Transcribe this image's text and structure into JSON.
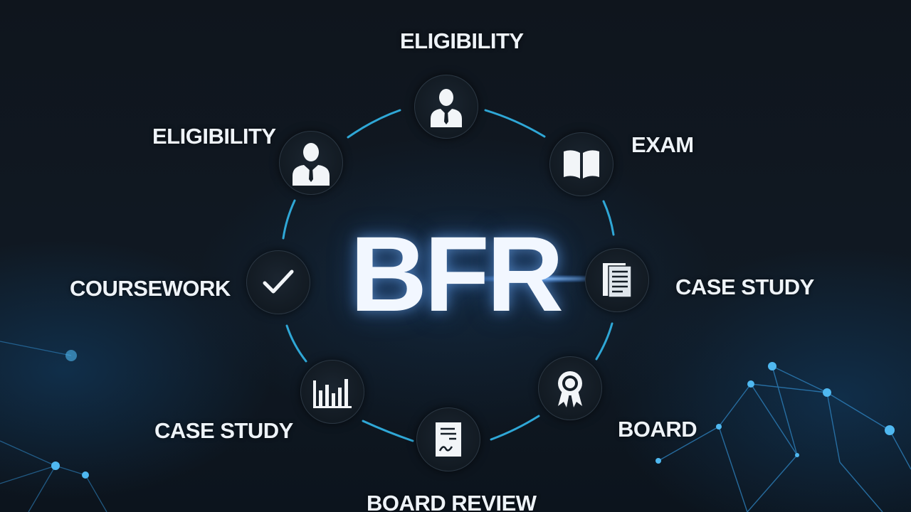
{
  "title": "BFR",
  "colors": {
    "background": "#0f151d",
    "ring": "#2fa7d6",
    "node_fill": "#151e27",
    "text": "#eef3f8",
    "glow": "#3a8cff"
  },
  "nodes": [
    {
      "label": "ELIGIBILITY",
      "icon": "person-icon"
    },
    {
      "label": "EXAM",
      "icon": "book-icon"
    },
    {
      "label": "CASE STUDY",
      "icon": "document-icon"
    },
    {
      "label": "BOARD",
      "icon": "award-badge-icon"
    },
    {
      "label": "BOARD REVIEW",
      "icon": "signed-document-icon"
    },
    {
      "label": "CASE STUDY",
      "icon": "bar-chart-icon"
    },
    {
      "label": "COURSEWORK",
      "icon": "checkmark-icon"
    },
    {
      "label": "ELIGIBILITY",
      "icon": "person-icon"
    }
  ]
}
